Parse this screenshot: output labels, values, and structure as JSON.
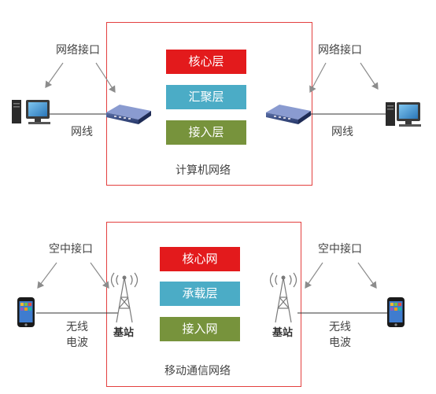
{
  "computer_network": {
    "title": "计算机网络",
    "layers": [
      {
        "label": "核心层",
        "color": "#e31a1c"
      },
      {
        "label": "汇聚层",
        "color": "#4bacc6"
      },
      {
        "label": "接入层",
        "color": "#77933c"
      }
    ],
    "interface_left": "网络接口",
    "interface_right": "网络接口",
    "cable_left": "网线",
    "cable_right": "网线"
  },
  "mobile_network": {
    "title": "移动通信网络",
    "layers": [
      {
        "label": "核心网",
        "color": "#e31a1c"
      },
      {
        "label": "承载层",
        "color": "#4bacc6"
      },
      {
        "label": "接入网",
        "color": "#77933c"
      }
    ],
    "interface_left": "空中接口",
    "interface_right": "空中接口",
    "radio_left_line1": "无线",
    "radio_left_line2": "电波",
    "radio_right_line1": "无线",
    "radio_right_line2": "电波",
    "base_station_left": "基站",
    "base_station_right": "基站"
  },
  "icons": [
    "desktop-computer-icon",
    "network-switch-icon",
    "mobile-phone-icon",
    "base-station-tower-icon"
  ],
  "colors": {
    "frame": "#e3403f",
    "arrow": "#8c8c8c",
    "line": "#333333"
  }
}
